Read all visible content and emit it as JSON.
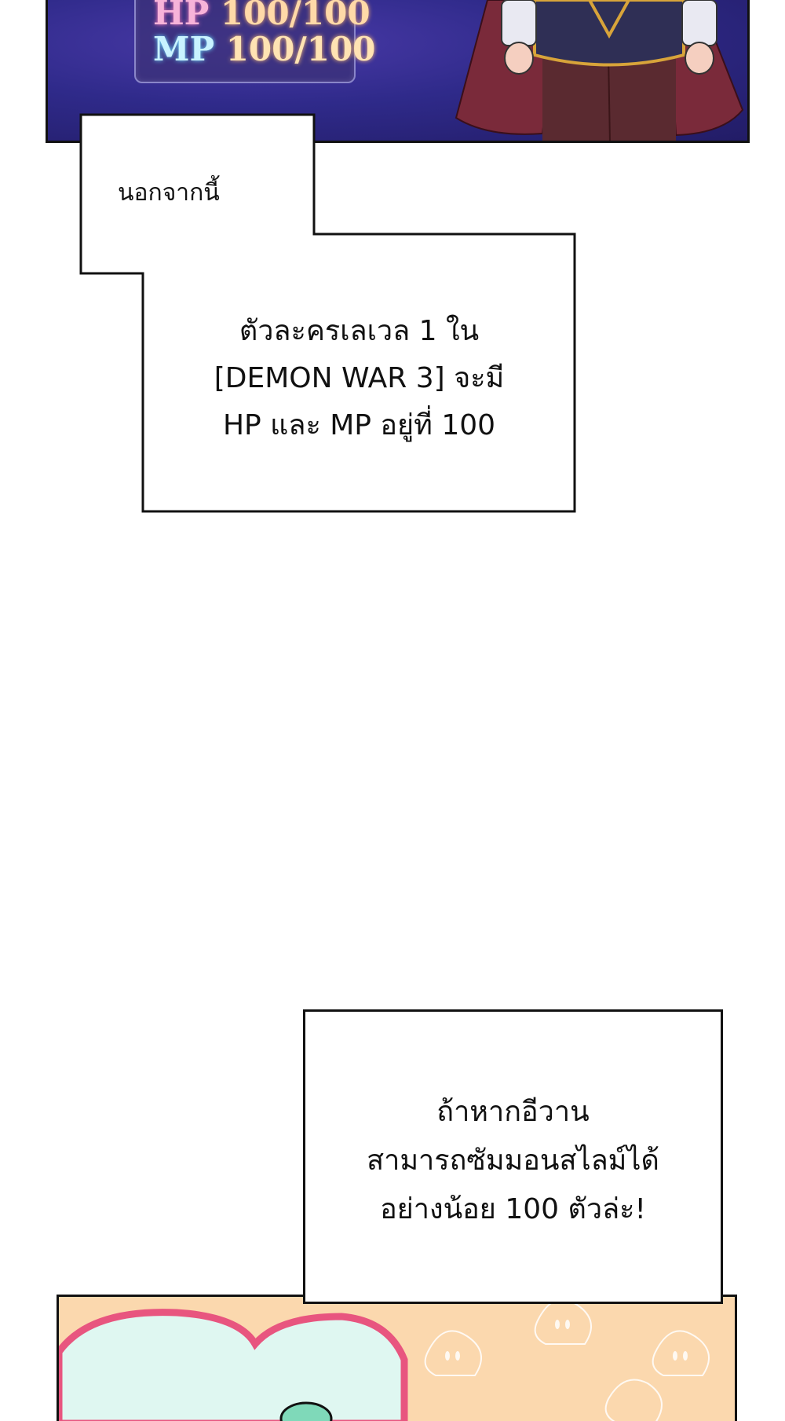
{
  "panel_top": {
    "stats": {
      "hp_label": "HP",
      "hp_value": "100/100",
      "mp_label": "MP",
      "mp_value": "100/100"
    }
  },
  "caption_1": {
    "small_text": "นอกจากนี้",
    "lines": [
      "ตัวละครเลเวล 1 ใน",
      "[DEMON WAR 3] จะมี",
      "HP และ MP อยู่ที่ 100"
    ]
  },
  "caption_2": {
    "lines": [
      "ถ้าหากอีวาน",
      "สามารถซัมมอนสไลม์ได้",
      "อย่างน้อย 100 ตัวล่ะ!"
    ]
  },
  "colors": {
    "panel_purple": "#2f2a8a",
    "panel_peach": "#fbd8ae",
    "heart_pink": "#e8557f",
    "heart_mint": "#dff7f1"
  }
}
